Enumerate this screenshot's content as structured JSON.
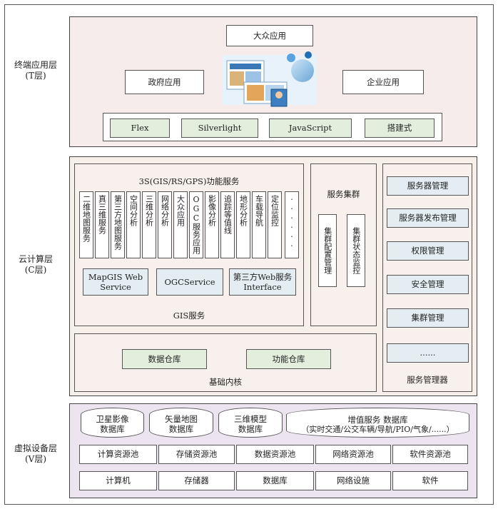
{
  "layers": {
    "t": {
      "title": "终端应用层",
      "sub": "(T层)"
    },
    "c": {
      "title": "云计算层",
      "sub": "(C层)"
    },
    "v": {
      "title": "虚拟设备层",
      "sub": "(V层)"
    }
  },
  "terminal": {
    "mass_app": "大众应用",
    "gov_app": "政府应用",
    "ent_app": "企业应用",
    "techs": [
      "Flex",
      "Silverlight",
      "JavaScript",
      "搭建式"
    ]
  },
  "gis": {
    "title": "3S(GIS/RS/GPS)功能服务",
    "functions": [
      "二维地图服务",
      "真三维服务",
      "第三方地图服务",
      "空间分析",
      "三维分析",
      "网络分析",
      "大众应用",
      "OGC服务应用",
      "影像分析",
      "追踪等值线",
      "地形分析",
      "车载导航",
      "定位监控",
      "······"
    ],
    "services": [
      "MapGIS Web Service",
      "OGCService",
      "第三方Web服务 Interface"
    ],
    "footer": "GIS服务"
  },
  "cluster": {
    "title": "服务集群",
    "items": [
      "集群配置管理",
      "集群状态监控"
    ]
  },
  "manager": {
    "items": [
      "服务器管理",
      "服务器发布管理",
      "权限管理",
      "安全管理",
      "集群管理",
      "......"
    ],
    "footer": "服务管理器"
  },
  "kernel": {
    "items": [
      "数据仓库",
      "功能仓库"
    ],
    "footer": "基础内核"
  },
  "virtual": {
    "databases": [
      "卫星影像 数据库",
      "矢量地图 数据库",
      "三维模型 数据库"
    ],
    "vas_db": {
      "title": "增值服务 数据库",
      "detail": "（实时交通/公交车辆/导航/PIO/气象/......）"
    },
    "pools": [
      "计算资源池",
      "存储资源池",
      "数据资源池",
      "网络资源池",
      "软件资源池"
    ],
    "devices": [
      "计算机",
      "存储器",
      "数据库",
      "网络设施",
      "软件"
    ]
  }
}
